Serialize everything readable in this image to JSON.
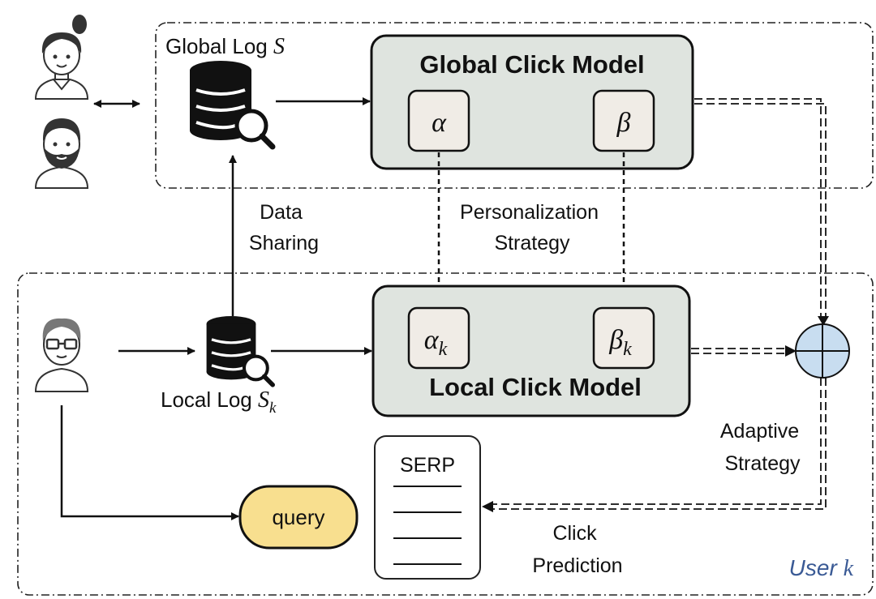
{
  "global_log": {
    "label": "Global Log ",
    "var": "S"
  },
  "local_log": {
    "label": "Local Log ",
    "var": "S",
    "sub": "k"
  },
  "global_model": {
    "title": "Global Click Model",
    "param_a": "α",
    "param_b": "β"
  },
  "local_model": {
    "title": "Local Click Model",
    "param_a": "α",
    "param_a_sub": "k",
    "param_b": "β",
    "param_b_sub": "k"
  },
  "data_sharing": {
    "line1": "Data",
    "line2": "Sharing"
  },
  "personalization": {
    "line1": "Personalization",
    "line2": "Strategy"
  },
  "adaptive": {
    "line1": "Adaptive",
    "line2": "Strategy"
  },
  "click_prediction": {
    "line1": "Click",
    "line2": "Prediction"
  },
  "serp": {
    "label": "SERP"
  },
  "query": {
    "label": "query"
  },
  "user_region": {
    "label": "User ",
    "var": "k"
  },
  "colors": {
    "model_fill": "#dfe4df",
    "param_fill": "#f0ece6",
    "query_fill": "#f8df8f",
    "combiner_fill": "#c8ddf0",
    "user_label": "#3a5a95"
  }
}
